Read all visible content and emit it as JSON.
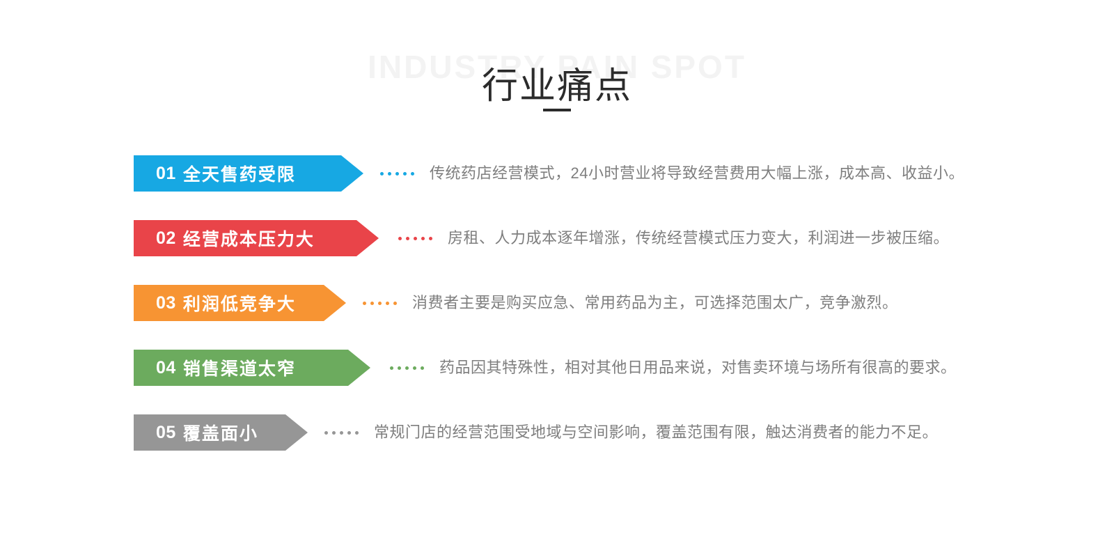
{
  "header": {
    "watermark": "INDUSTRY PAIN SPOT",
    "title": "行业痛点",
    "rule_color": "#2b2b2b",
    "watermark_color": "#f3f3f3"
  },
  "rows": [
    {
      "num": "01",
      "label": "全天售药受限",
      "color": "#17a8e3",
      "desc": "传统药店经营模式，24小时营业将导致经营费用大幅上涨，成本高、收益小。"
    },
    {
      "num": "02",
      "label": "经营成本压力大",
      "color": "#e94449",
      "desc": "房租、人力成本逐年增涨，传统经营模式压力变大，利润进一步被压缩。"
    },
    {
      "num": "03",
      "label": "利润低竞争大",
      "color": "#f79433",
      "desc": "消费者主要是购买应急、常用药品为主，可选择范围太广，竞争激烈。"
    },
    {
      "num": "04",
      "label": "销售渠道太窄",
      "color": "#6cab5e",
      "desc": "药品因其特殊性，相对其他日用品来说，对售卖环境与场所有很高的要求。"
    },
    {
      "num": "05",
      "label": "覆盖面小",
      "color": "#969696",
      "desc": "常规门店的经营范围受地域与空间影响，覆盖范围有限，触达消费者的能力不足。"
    }
  ]
}
